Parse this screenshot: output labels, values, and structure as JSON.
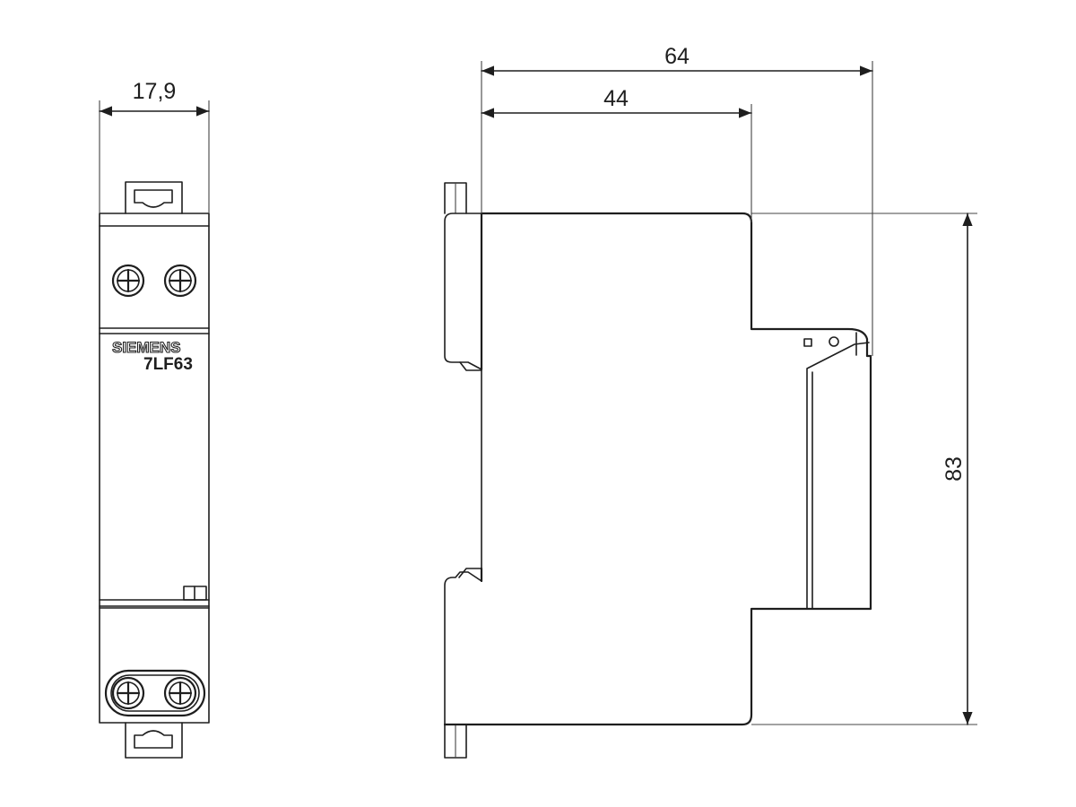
{
  "dimensions": {
    "front_width": "17,9",
    "total_depth": "64",
    "body_depth": "44",
    "height": "83"
  },
  "labels": {
    "brand": "SIEMENS",
    "model": "7LF63"
  }
}
